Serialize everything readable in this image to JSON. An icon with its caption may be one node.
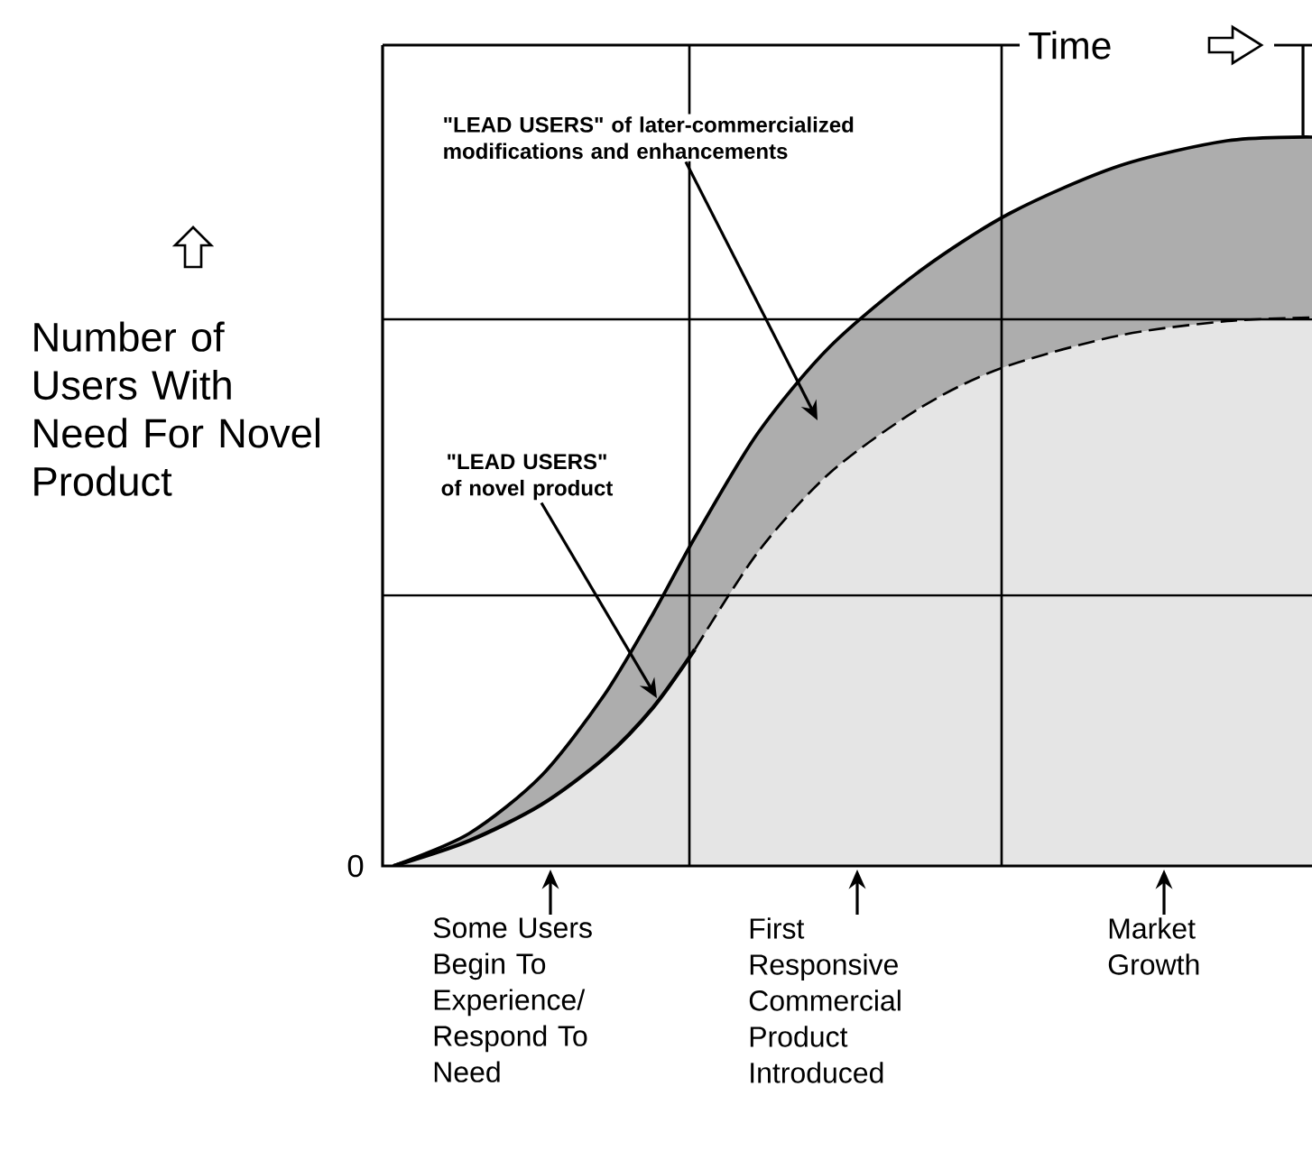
{
  "diagram": {
    "nodes": [
      {
        "text": [
          "\"LEAD USERS\" of later-commercialized modifications and enhancements"
        ]
      },
      {
        "text": [
          "\"LEAD USERS\" of novel product"
        ]
      },
      {
        "text": [
          "Some Users Begin To Experience/ Respond To Need"
        ]
      },
      {
        "text": [
          "First Responsive Commercial Product Introduced"
        ]
      },
      {
        "text": [
          "Market Growth"
        ]
      }
    ],
    "edges": [
      {
        "from": 0,
        "to": null,
        "arrow": "to"
      },
      {
        "from": 1,
        "to": null,
        "arrow": "to"
      },
      {
        "from": 2,
        "to": null,
        "arrow": "to"
      },
      {
        "from": 3,
        "to": null,
        "arrow": "to"
      },
      {
        "from": 4,
        "to": null,
        "arrow": "to"
      }
    ],
    "labels": [
      "Time",
      "Number of Users With Need For Novel Product",
      "0"
    ]
  }
}
